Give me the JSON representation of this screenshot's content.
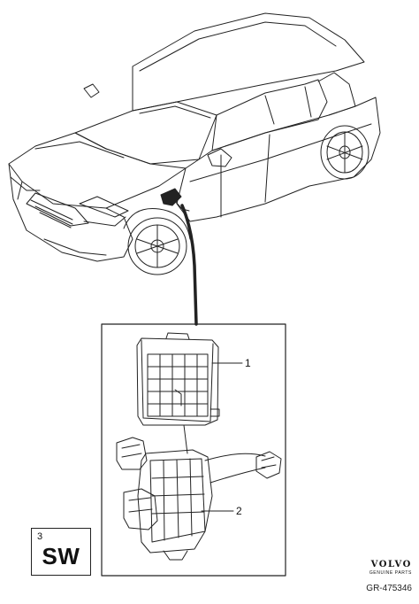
{
  "callouts": [
    {
      "id": "1",
      "label": "1"
    },
    {
      "id": "2",
      "label": "2"
    }
  ],
  "sw_box": {
    "number": "3",
    "code": "SW"
  },
  "brand": {
    "logo": "VOLVO",
    "subtitle": "GENUINE PARTS",
    "reference": "GR-475346"
  }
}
